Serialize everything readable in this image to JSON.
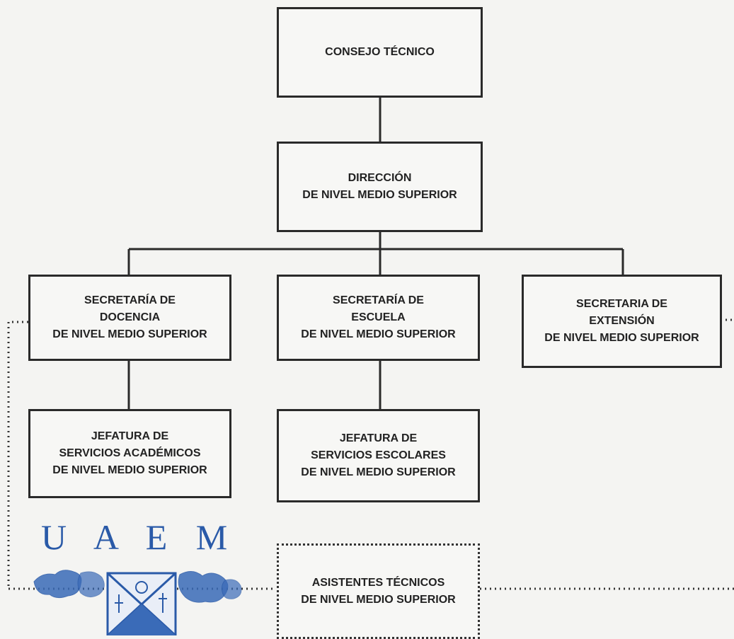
{
  "nodes": {
    "consejo": {
      "lines": [
        "CONSEJO TÉCNICO"
      ]
    },
    "direccion": {
      "lines": [
        "DIRECCIÓN",
        "DE NIVEL MEDIO SUPERIOR"
      ]
    },
    "sec_docencia": {
      "lines": [
        "SECRETARÍA DE",
        "DOCENCIA",
        "DE NIVEL MEDIO SUPERIOR"
      ]
    },
    "sec_escuela": {
      "lines": [
        "SECRETARÍA DE",
        "ESCUELA",
        "DE NIVEL MEDIO SUPERIOR"
      ]
    },
    "sec_extension": {
      "lines": [
        "SECRETARIA DE",
        "EXTENSIÓN",
        "DE NIVEL MEDIO SUPERIOR"
      ]
    },
    "jef_academicos": {
      "lines": [
        "JEFATURA DE",
        "SERVICIOS ACADÉMICOS",
        "DE NIVEL MEDIO SUPERIOR"
      ]
    },
    "jef_escolares": {
      "lines": [
        "JEFATURA DE",
        "SERVICIOS ESCOLARES",
        "DE NIVEL MEDIO SUPERIOR"
      ]
    },
    "asistentes": {
      "lines": [
        "ASISTENTES TÉCNICOS",
        "DE NIVEL MEDIO SUPERIOR"
      ]
    }
  },
  "logo": {
    "text": "U A E M",
    "color": "#2a5aa8"
  },
  "colors": {
    "line": "#2a2a2a",
    "background": "#f4f4f2"
  }
}
